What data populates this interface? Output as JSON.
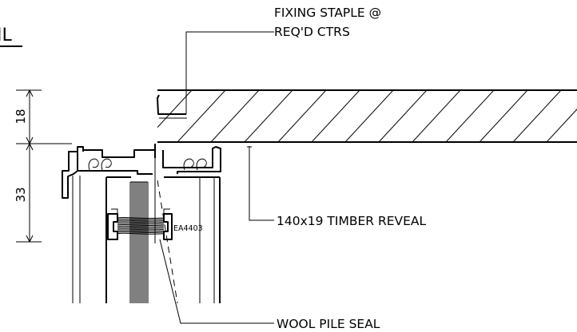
{
  "title_fragment": "IL",
  "labels": {
    "staple_line1": "FIXING STAPLE @",
    "staple_line2": "REQ'D CTRS",
    "timber": "140x19 TIMBER REVEAL",
    "seal": "WOOL PILE SEAL",
    "part_code": "EA4403"
  },
  "dimensions": {
    "upper": "18",
    "lower": "33"
  }
}
